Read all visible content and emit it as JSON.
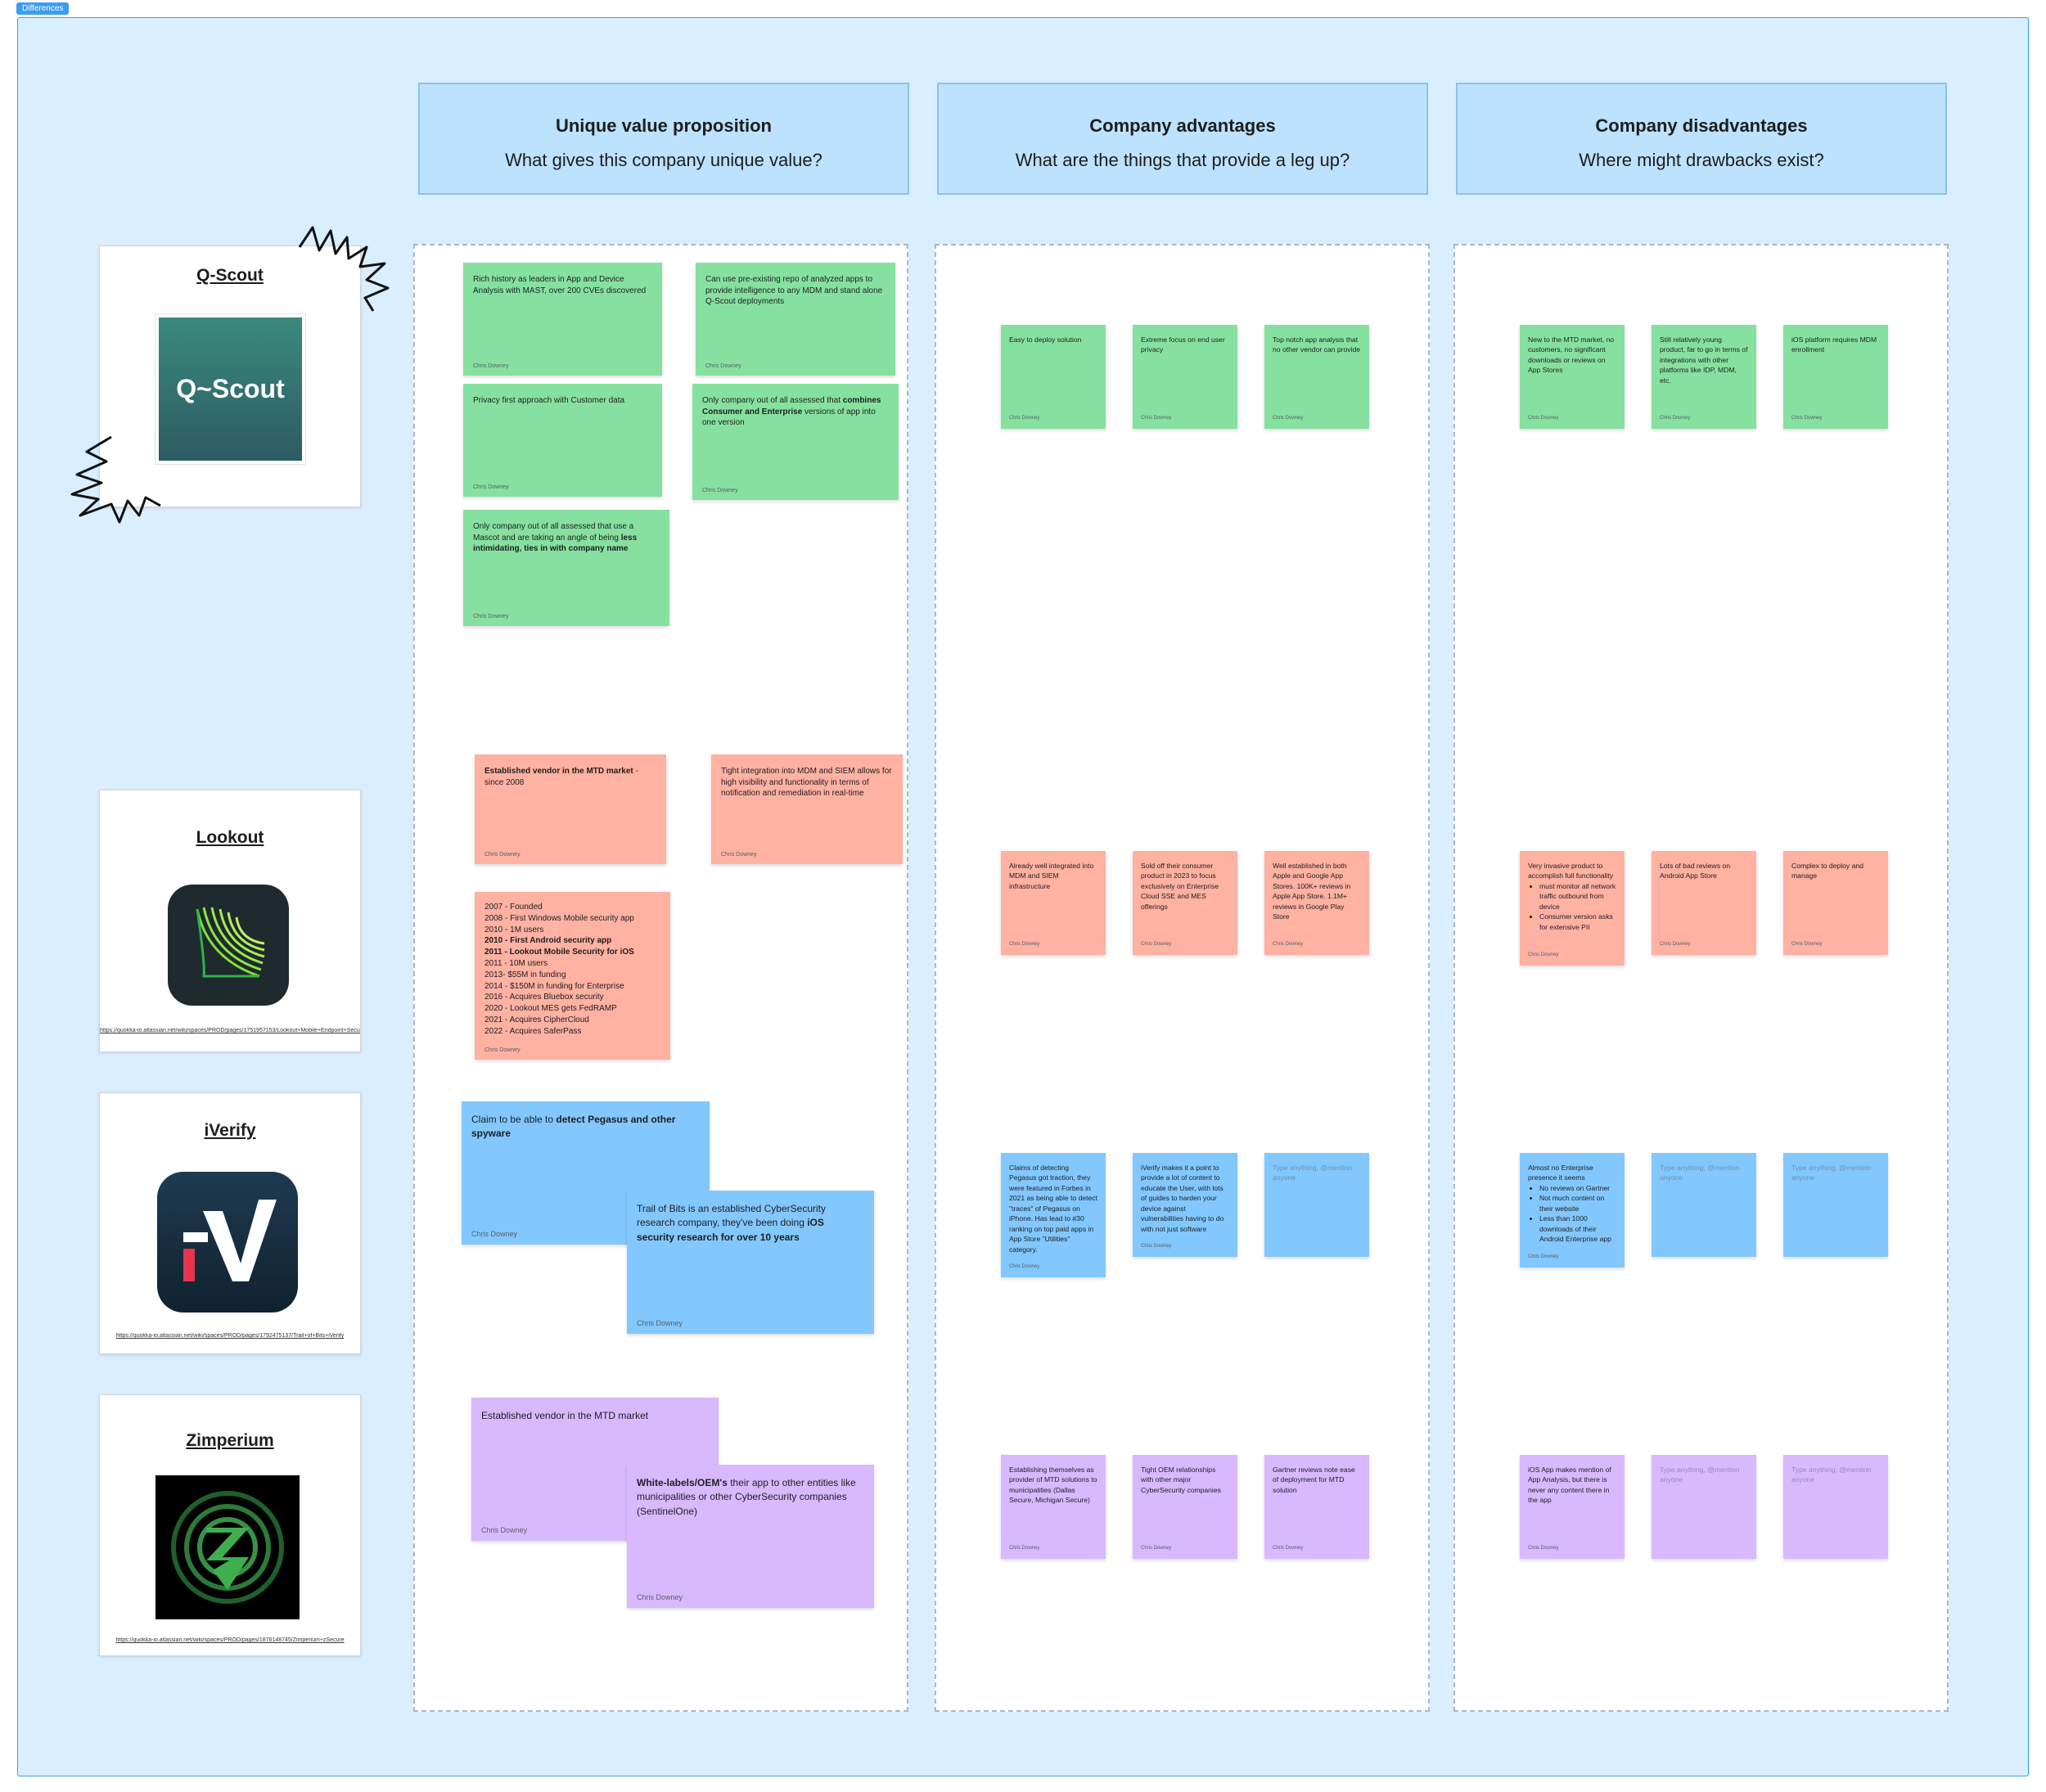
{
  "frame": {
    "label": "Differences"
  },
  "headers": [
    {
      "title": "Unique value proposition",
      "subtitle": "What gives this company unique value?"
    },
    {
      "title": "Company advantages",
      "subtitle": "What are the things that provide a leg up?"
    },
    {
      "title": "Company disadvantages",
      "subtitle": "Where might drawbacks exist?"
    }
  ],
  "companies": {
    "qscout": {
      "name": "Q-Scout",
      "logo_text": "Q~Scout"
    },
    "lookout": {
      "name": "Lookout",
      "link": "https://quokka-io.atlassian.net/wiki/spaces/PROD/pages/1751957153/Lookout+Mobile+Endpoint+Security"
    },
    "iverify": {
      "name": "iVerify",
      "link": "https://quokka-io.atlassian.net/wiki/spaces/PROD/pages/1792475137/Trail+of+Bits+iVerify"
    },
    "zimperium": {
      "name": "Zimperium",
      "link": "https://quokka-io.atlassian.net/wiki/spaces/PROD/pages/1876148745/Zimperium+zSecure"
    }
  },
  "author": "Chris Downey",
  "placeholder": "Type anything, @mention anyone",
  "uvp": {
    "qscout": {
      "n1": "Rich history as leaders in App and Device Analysis with MAST, over 200 CVEs discovered",
      "n2": "Can use pre-existing repo of analyzed apps to provide intelligence to any MDM and stand alone Q-Scout deployments",
      "n3": "Privacy first approach with Customer data",
      "n4_a": "Only company out of all assessed that ",
      "n4_b": "combines Consumer and Enterprise",
      "n4_c": " versions of app into one version",
      "n5_a": "Only company out of all assessed that use a Mascot and are taking an angle of being ",
      "n5_b": "less intimidating, ties in with company name"
    },
    "lookout": {
      "n1_a": "Established vendor in the MTD market",
      "n1_b": " - since 2008",
      "n2": "Tight integration into MDM and SIEM allows for high visibility and functionality in terms of notification and remediation in real-time",
      "timeline": {
        "l1": "2007 - Founded",
        "l2": "2008 - First Windows Mobile security app",
        "l3": "2010 - 1M users",
        "l4": "2010 - First Android security app",
        "l5": "2011 - Lookout Mobile Security for iOS",
        "l6": "2011 - 10M users",
        "l7": "2013- $55M in funding",
        "l8": "2014 - $150M in funding for Enterprise",
        "l9": "2016 - Acquires Bluebox security",
        "l10": "2020 - Lookout MES gets FedRAMP",
        "l11": "2021 - Acquires CipherCloud",
        "l12": "2022 - Acquires SaferPass"
      }
    },
    "iverify": {
      "n1_a": "Claim to be able to ",
      "n1_b": "detect Pegasus and other spyware",
      "n2_a": "Trail of Bits is an established CyberSecurity research company, they've been doing ",
      "n2_b": "iOS security research for over 10 years"
    },
    "zimperium": {
      "n1": "Established vendor in the MTD market",
      "n2_a": "White-labels/OEM's",
      "n2_b": " their app to other entities like municipalities or other CyberSecurity companies (SentinelOne)"
    }
  },
  "adv": {
    "qscout": [
      "Easy to deploy solution",
      "Extreme focus on end user privacy",
      "Top notch app analysis that no other vendor can provide"
    ],
    "lookout": [
      "Already well integrated into MDM and SIEM infrastructure",
      "Sold off their consumer product in 2023 to focus exclusively on Enterprise Cloud SSE and MES offerings",
      "Well established in both Apple and Google App Stores. 100K+ reviews in Apple App Store. 1.1M+ reviews in Google Play Store"
    ],
    "iverify": [
      "Claims of detecting Pegasus got traction, they were featured in Forbes in 2021 as being able to detect \"traces\" of Pegasus on iPhone. Has lead to #30 ranking on top paid apps in App Store \"Utilities\" category.",
      "iVerify makes it a point to provide a lot of content to educate the User, with lots of guides to harden your device against vulnerabilities having to do with not just software"
    ],
    "zimperium": [
      "Establishing themselves as provider of MTD solutions to municipalities (Dallas Secure, Michigan Secure)",
      "Tight OEM relationships with other major CyberSecurity companies",
      "Gartner reviews note ease of deployment for MTD solution"
    ]
  },
  "dis": {
    "qscout": [
      "New to the MTD market, no customers, no significant downloads or reviews on App Stores",
      "Still relatively young product, far to go in terms of integrations with other platforms like IDP, MDM, etc.",
      "iOS platform requires MDM enrollment"
    ],
    "lookout": {
      "n1_head": "Very invasive product to accomplish full functionality",
      "n1_b1": "must monitor all network traffic outbound from device",
      "n1_b2": "Consumer version asks for extensive PII",
      "n2": "Lots of bad reviews on Android App Store",
      "n3": "Complex to deploy and manage"
    },
    "iverify": {
      "n1_head": "Almost no Enterprise presence it seems",
      "n1_b1": "No reviews on Gartner",
      "n1_b2": "Not much content on their website",
      "n1_b3": "Less than 1000 downloads of their Android Enterprise app"
    },
    "zimperium": [
      "iOS App makes mention of App Analysis, but there is never any content there in the app"
    ]
  },
  "colors": {
    "green": "#86e1a0",
    "red": "#ffb1a2",
    "blue": "#82c8fe",
    "purple": "#d8b9fe",
    "frame": "#d9eefe",
    "accent": "#3c9cf0"
  }
}
